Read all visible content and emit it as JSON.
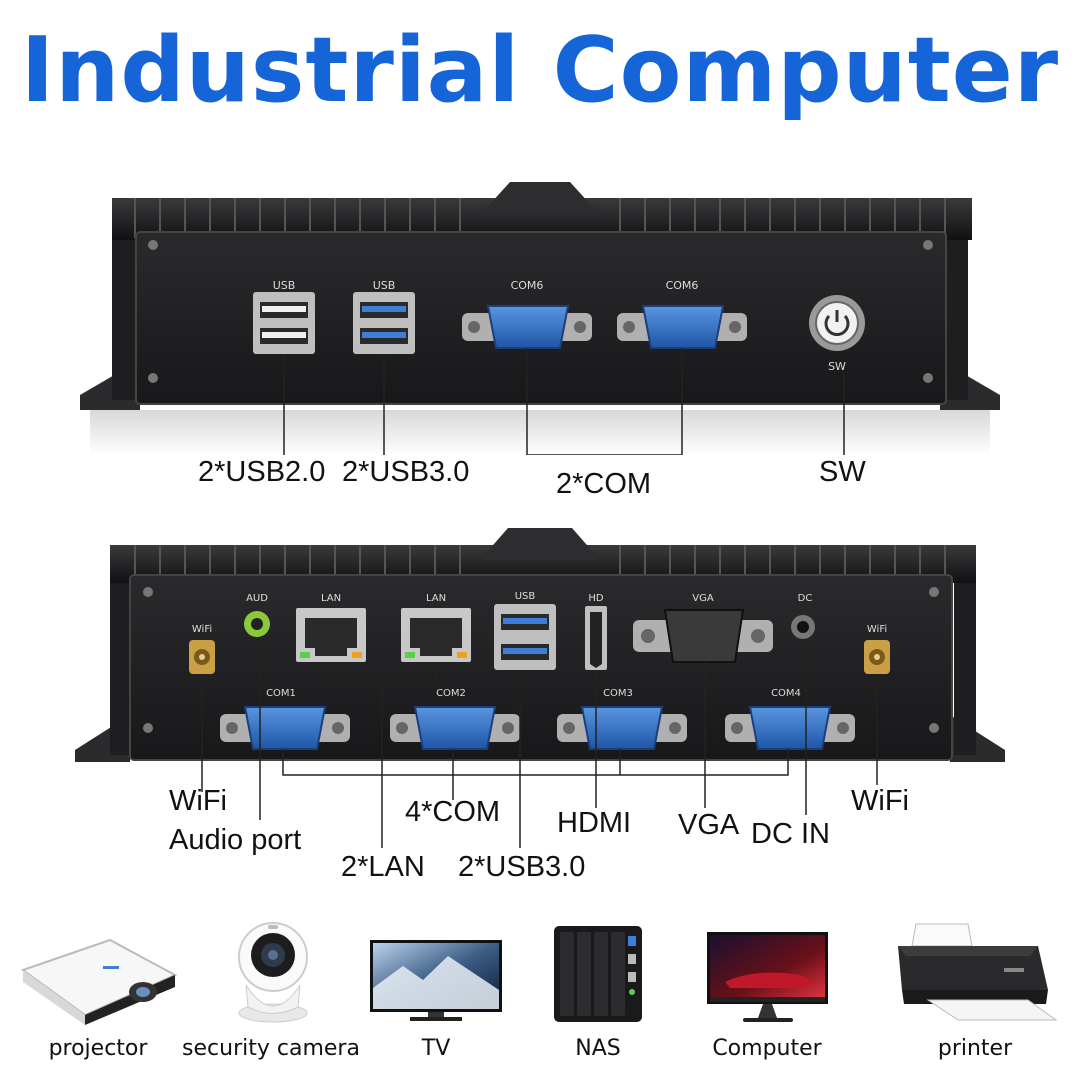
{
  "title": "Industrial Computer",
  "front_panel": {
    "port_text": {
      "usb_a": "USB",
      "usb_b": "USB",
      "com_a": "COM6",
      "com_b": "COM6",
      "sw": "SW"
    },
    "callouts": {
      "usb20": "2*USB2.0",
      "usb30": "2*USB3.0",
      "com": "2*COM",
      "sw": "SW"
    }
  },
  "rear_panel": {
    "port_text": {
      "wifi_l": "WiFi",
      "aud": "AUD",
      "lan1": "LAN",
      "lan2": "LAN",
      "usb": "USB",
      "hd": "HD",
      "vga": "VGA",
      "dc": "DC",
      "wifi_r": "WiFi",
      "com1": "COM1",
      "com2": "COM2",
      "com3": "COM3",
      "com4": "COM4"
    },
    "callouts": {
      "wifi_left": "WiFi",
      "audio": "Audio port",
      "lan": "2*LAN",
      "com": "4*COM",
      "usb": "2*USB3.0",
      "hdmi": "HDMI",
      "vga": "VGA",
      "dc": "DC IN",
      "wifi_right": "WiFi"
    }
  },
  "applications": [
    {
      "icon": "projector-icon",
      "label": "projector"
    },
    {
      "icon": "security-camera-icon",
      "label": "security camera"
    },
    {
      "icon": "tv-icon",
      "label": "TV"
    },
    {
      "icon": "nas-icon",
      "label": "NAS"
    },
    {
      "icon": "computer-monitor-icon",
      "label": "Computer"
    },
    {
      "icon": "printer-icon",
      "label": "printer"
    }
  ],
  "colors": {
    "title": "#1565d8",
    "chassis": "#1c1c1e",
    "port_blue": "#2f6cc0"
  }
}
